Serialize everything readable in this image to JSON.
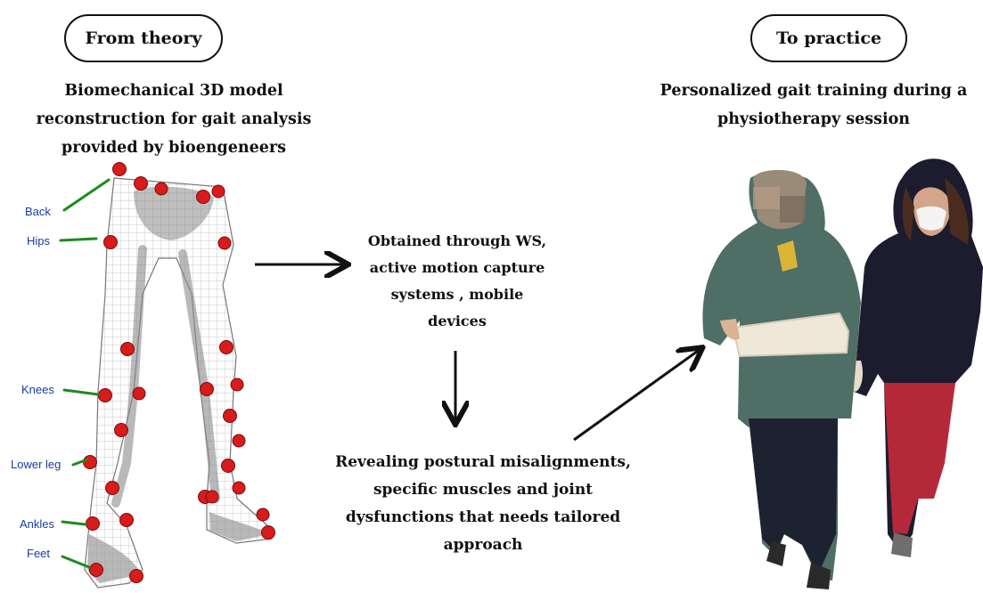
{
  "left_pill": "From theory",
  "right_pill": "To practice",
  "left_heading": [
    "Biomechanical 3D model",
    "reconstruction for gait analysis",
    "provided by bioengeneers"
  ],
  "right_heading": [
    "Personalized gait training during a",
    "physiotherapy session"
  ],
  "step_1": [
    "Obtained through WS,",
    "active motion capture",
    "systems , mobile",
    "devices"
  ],
  "step_2": [
    "Revealing postural misalignments,",
    "specific muscles and joint",
    "dysfunctions that needs tailored",
    "approach"
  ],
  "body_labels": {
    "back": "Back",
    "hips": "Hips",
    "knees": "Knees",
    "lower_leg": "Lower leg",
    "ankles": "Ankles",
    "feet": "Feet"
  },
  "colors": {
    "marker_red": "#d81b1b",
    "label_blue": "#1a3aa8",
    "pointer_green": "#1f8a1f",
    "arrow_black": "#111111"
  }
}
